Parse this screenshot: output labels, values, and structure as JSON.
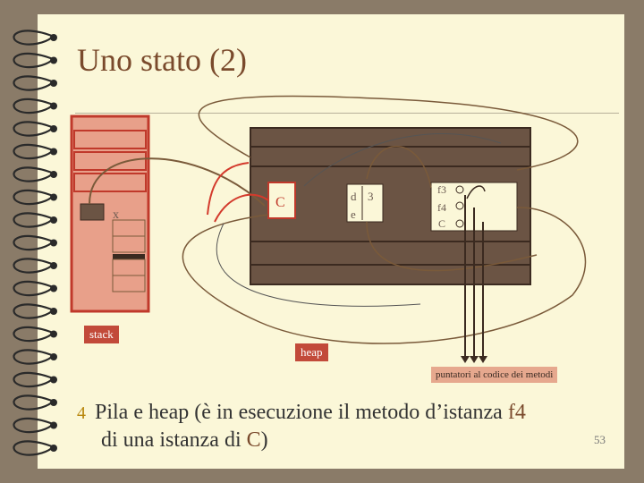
{
  "slide": {
    "title": "Uno stato (2)",
    "page_number": "53"
  },
  "diagram": {
    "stack_label": "stack",
    "heap_label": "heap",
    "var_x": "x",
    "class_c": "C",
    "obj_fields": [
      "d",
      "e"
    ],
    "obj_value": "3",
    "method_table": [
      "f3",
      "f4",
      "C"
    ],
    "code_pointers_label": "puntatori al codice dei metodi"
  },
  "bullet": {
    "line1_prefix": "Pila e heap (è in esecuzione il metodo d’istanza ",
    "line1_method": "f4",
    "line2_prefix": "di una istanza di ",
    "line2_class": "C",
    "line2_suffix": ")"
  },
  "colors": {
    "stack_fill": "#e8a08a",
    "stack_border": "#c0392b",
    "heap_fill": "#6b5444",
    "heap_border": "#3b2a20",
    "arrow_red": "#d33a2c",
    "arrow_brown": "#7a5a3a",
    "arrow_gray": "#555555"
  }
}
